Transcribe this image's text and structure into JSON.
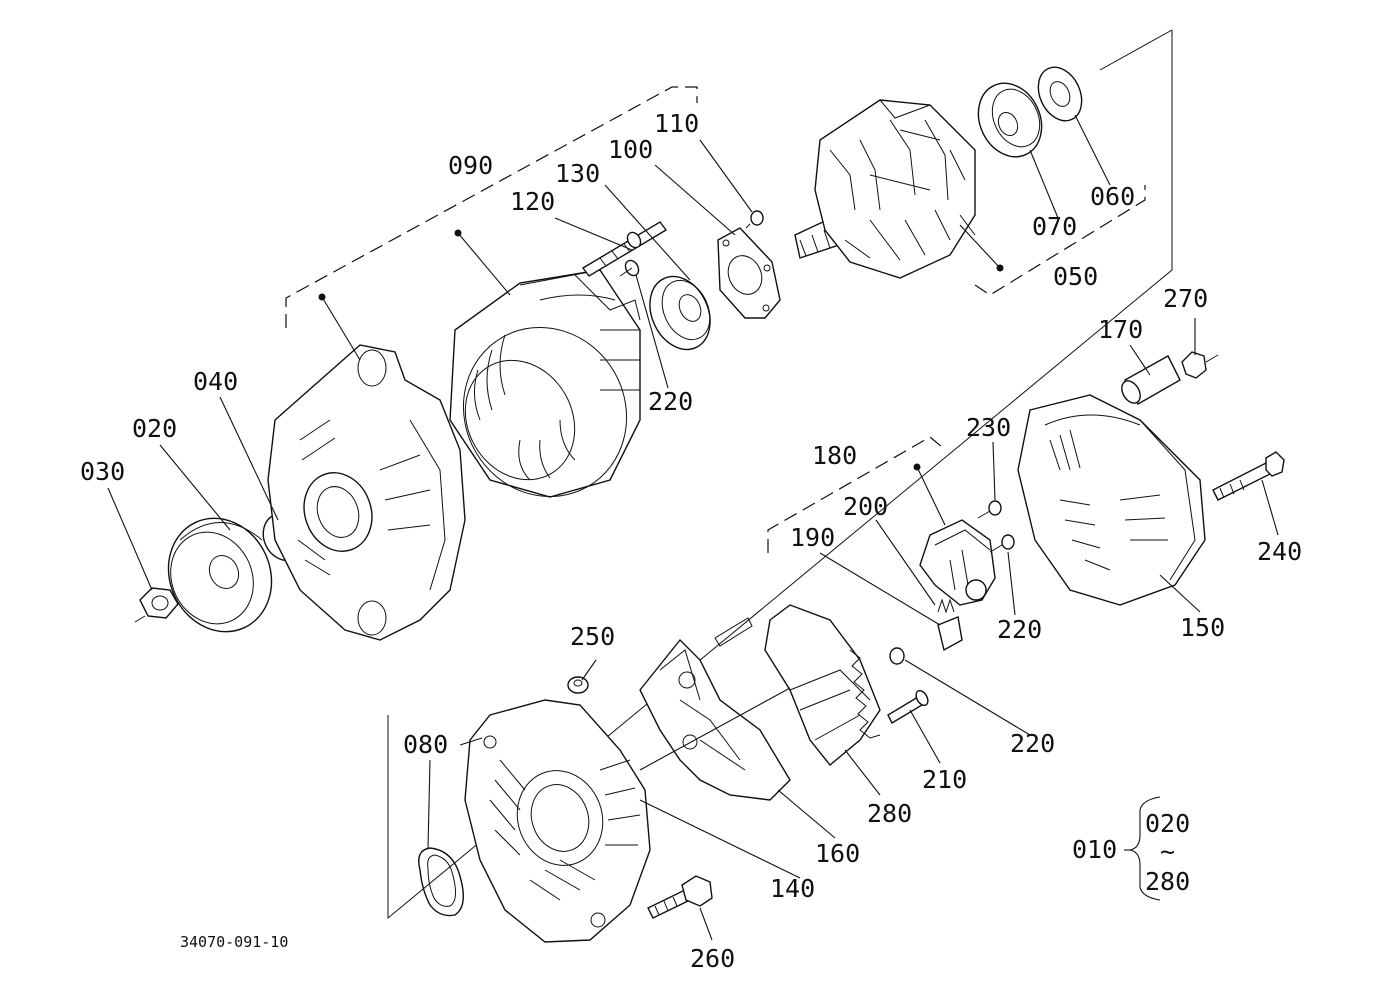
{
  "drawing_code": "34070-091-10",
  "labels": {
    "p010": "010",
    "p020": "020",
    "p030": "030",
    "p040": "040",
    "p050": "050",
    "p060": "060",
    "p070": "070",
    "p080": "080",
    "p090": "090",
    "p100": "100",
    "p110": "110",
    "p120": "120",
    "p130": "130",
    "p140": "140",
    "p150": "150",
    "p160": "160",
    "p170": "170",
    "p180": "180",
    "p190": "190",
    "p200": "200",
    "p210": "210",
    "p220a": "220",
    "p220b": "220",
    "p220c": "220",
    "p230": "230",
    "p240": "240",
    "p250": "250",
    "p260": "260",
    "p270": "270",
    "p280": "280"
  },
  "range_bracket": {
    "from": "020",
    "tilde": "~",
    "to": "280"
  }
}
